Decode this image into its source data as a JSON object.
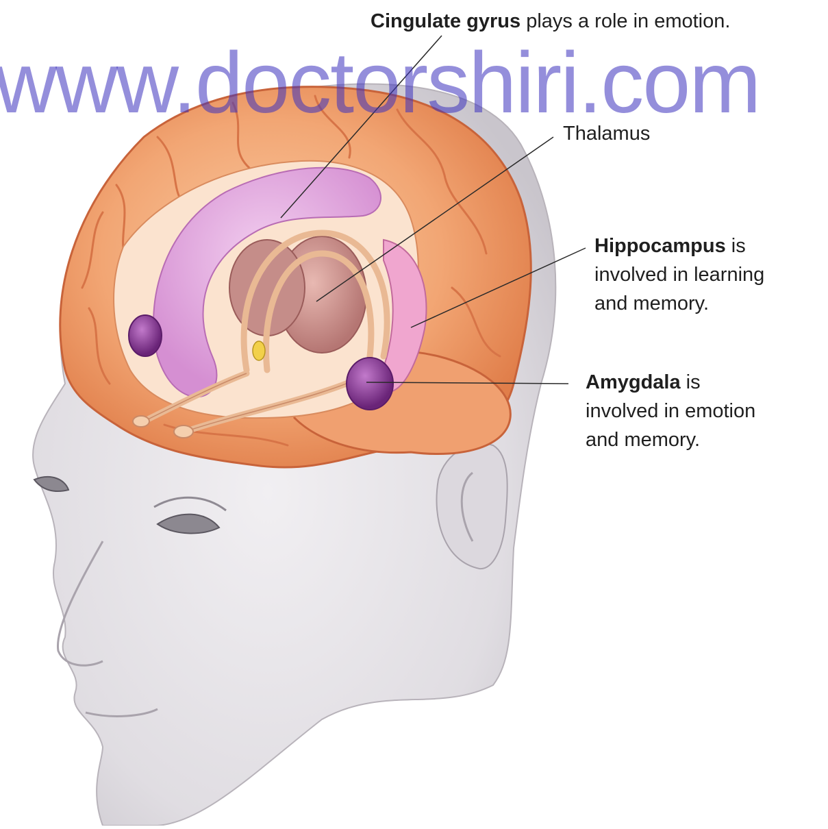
{
  "watermark": "www.doctorshiri.com",
  "labels": {
    "cingulate": {
      "term": "Cingulate gyrus",
      "text": " plays a role in emotion."
    },
    "thalamus": {
      "term": "Thalamus"
    },
    "hippocampus": {
      "term": "Hippocampus",
      "text": " is",
      "line2": "involved in learning",
      "line3": "and memory."
    },
    "amygdala": {
      "term": "Amygdala",
      "text": " is",
      "line2": "involved in emotion",
      "line3": "and memory."
    }
  },
  "colors": {
    "cortex": "#f0a070",
    "cingulate": "#e4a6e0",
    "thalamus": "#c88a86",
    "amygdala": "#8a3c9a",
    "head": "#e3e1e4"
  }
}
